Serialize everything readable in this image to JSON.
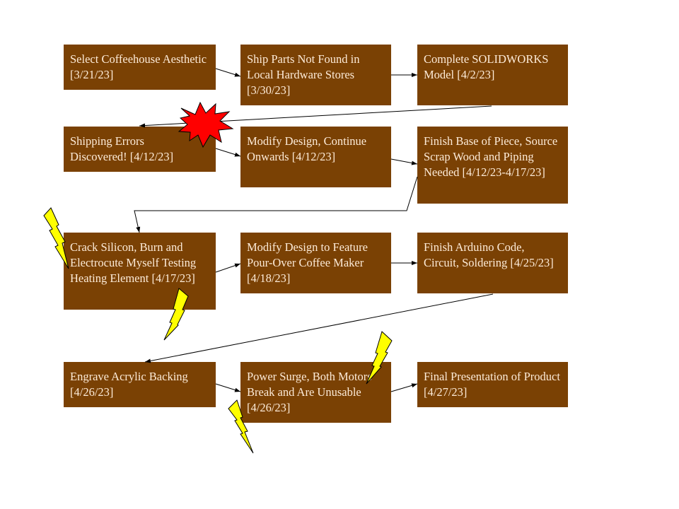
{
  "colors": {
    "box": "#7a4104",
    "text": "#fdebd8",
    "explosion": "#ff0000",
    "lightning": "#ffff00"
  },
  "steps": [
    {
      "label": "Select Coffeehouse Aesthetic [3/21/23]"
    },
    {
      "label": "Ship Parts Not Found in Local Hardware Stores [3/30/23]"
    },
    {
      "label": "Complete SOLIDWORKS Model [4/2/23]"
    },
    {
      "label": "Shipping Errors Discovered! [4/12/23]"
    },
    {
      "label": "Modify Design, Continue Onwards [4/12/23]"
    },
    {
      "label": "Finish Base of Piece, Source Scrap Wood and Piping Needed [4/12/23-4/17/23]"
    },
    {
      "label": "Crack Silicon, Burn and Electrocute Myself Testing Heating Element [4/17/23]"
    },
    {
      "label": "Modify Design to Feature Pour-Over Coffee Maker [4/18/23]"
    },
    {
      "label": "Finish Arduino Code, Circuit, Soldering [4/25/23]"
    },
    {
      "label": "Engrave Acrylic Backing [4/26/23]"
    },
    {
      "label": "Power Surge, Both Motors Break and Are Unusable [4/26/23]"
    },
    {
      "label": "Final Presentation of Product [4/27/23]"
    }
  ]
}
